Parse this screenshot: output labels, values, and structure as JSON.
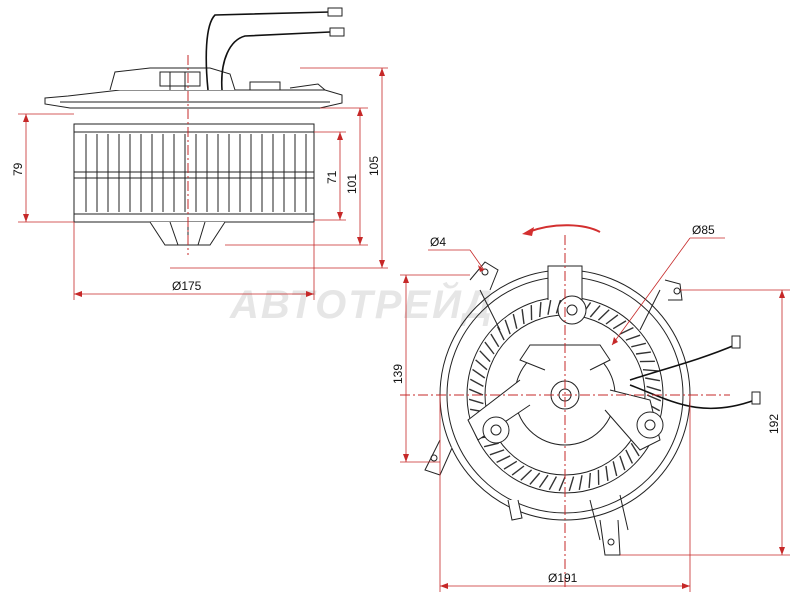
{
  "watermark": "АВТОТРЕЙД",
  "side_view": {
    "dims": {
      "d175": "Ø175",
      "h79": "79",
      "h71": "71",
      "h101": "101",
      "h105": "105"
    }
  },
  "top_view": {
    "dims": {
      "d4": "Ø4",
      "d85": "Ø85",
      "h139": "139",
      "h192": "192",
      "d191": "Ø191"
    }
  },
  "colors": {
    "line": "#222222",
    "dimension": "#c62828",
    "arrow": "#d32f2f"
  }
}
